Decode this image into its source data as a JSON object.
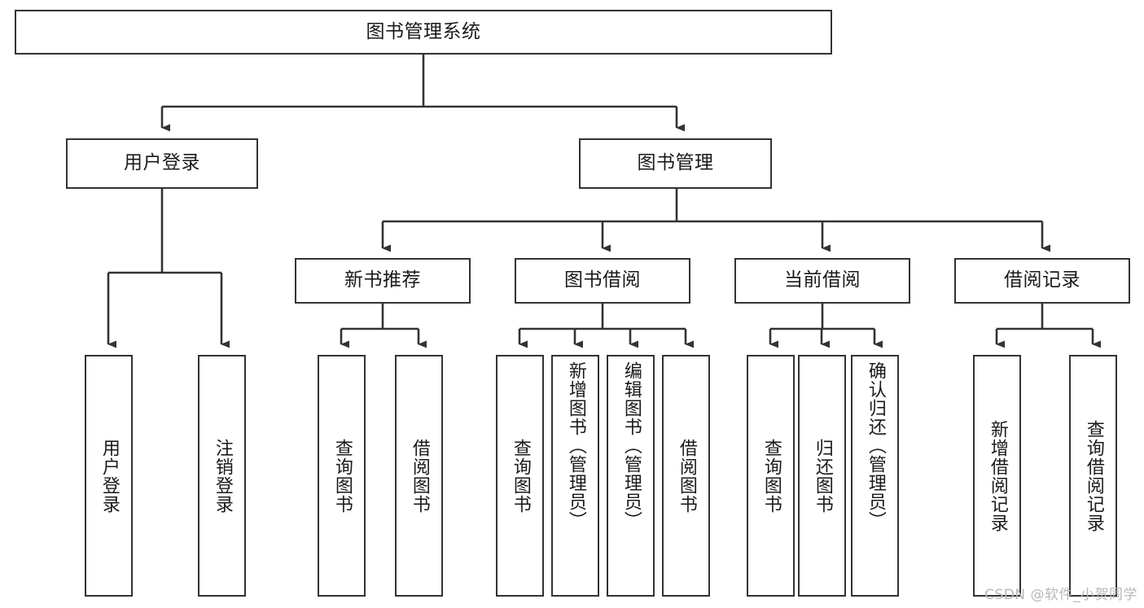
{
  "diagram": {
    "title": "图书管理系统",
    "type": "tree-hierarchy",
    "root": {
      "label": "图书管理系统"
    },
    "level2": [
      {
        "label": "用户登录"
      },
      {
        "label": "图书管理"
      }
    ],
    "level3": [
      {
        "label": "新书推荐"
      },
      {
        "label": "图书借阅"
      },
      {
        "label": "当前借阅"
      },
      {
        "label": "借阅记录"
      }
    ],
    "leaves": {
      "user_login": [
        {
          "label": "用户登录"
        },
        {
          "label": "注销登录"
        }
      ],
      "new_book_recommend": [
        {
          "label": "查询图书"
        },
        {
          "label": "借阅图书"
        }
      ],
      "book_borrow": [
        {
          "label": "查询图书"
        },
        {
          "label": "新增图书（管理员）"
        },
        {
          "label": "编辑图书（管理员）"
        },
        {
          "label": "借阅图书"
        }
      ],
      "current_borrow": [
        {
          "label": "查询图书"
        },
        {
          "label": "归还图书"
        },
        {
          "label": "确认归还（管理员）"
        }
      ],
      "borrow_record": [
        {
          "label": "新增借阅记录"
        },
        {
          "label": "查询借阅记录"
        }
      ]
    }
  },
  "watermark": {
    "text": "CSDN @软件_小贺同学"
  },
  "colors": {
    "stroke": "#333333",
    "text": "#1a1a1a",
    "background": "#ffffff",
    "watermark": "#b8b8b8"
  }
}
